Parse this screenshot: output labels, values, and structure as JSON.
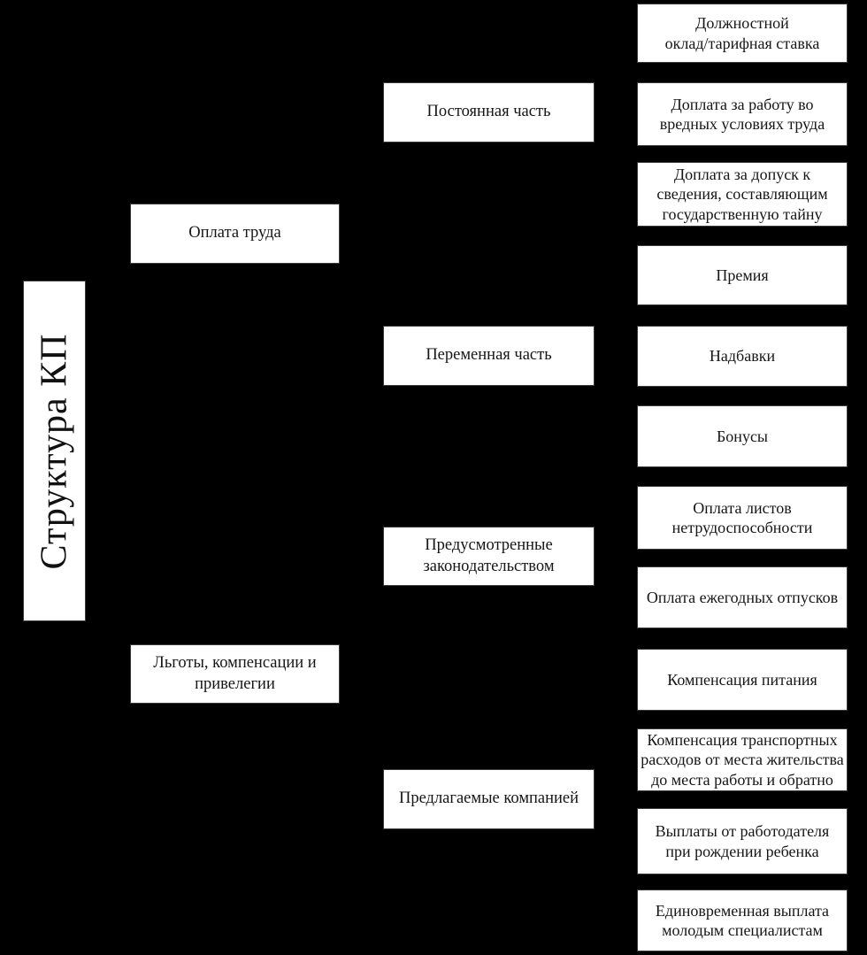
{
  "diagram": {
    "root": {
      "label": "Структура  КП"
    },
    "branches": [
      {
        "label": "Оплата труда"
      },
      {
        "label": "Льготы, компенсации и\nпривелегии"
      }
    ],
    "groups": [
      {
        "label": "Постоянная часть"
      },
      {
        "label": "Переменная часть"
      },
      {
        "label": "Предусмотренные\nзаконодательством"
      },
      {
        "label": "Предлагаемые компанией"
      }
    ],
    "leaves": [
      {
        "label": "Должностной\nоклад/тарифная ставка"
      },
      {
        "label": "Доплата за работу во\nвредных условиях труда"
      },
      {
        "label": "Доплата за допуск к\nсведения,  составляющим\nгосударственную тайну"
      },
      {
        "label": "Премия"
      },
      {
        "label": "Надбавки"
      },
      {
        "label": "Бонусы"
      },
      {
        "label": "Оплата листов\nнетрудоспособности"
      },
      {
        "label": "Оплата ежегодных отпусков"
      },
      {
        "label": "Компенсация питания"
      },
      {
        "label": "Компенсация транспортных\nрасходов от места жительства\nдо места работы и обратно"
      },
      {
        "label": "Выплаты от работодателя\nпри  рождении ребенка"
      },
      {
        "label": "Единовременная выплата\nмолодым специалистам"
      }
    ]
  },
  "colors": {
    "background": "#000000",
    "box_fill": "#ffffff",
    "box_border": "#3a3a3a",
    "text": "#161616"
  }
}
